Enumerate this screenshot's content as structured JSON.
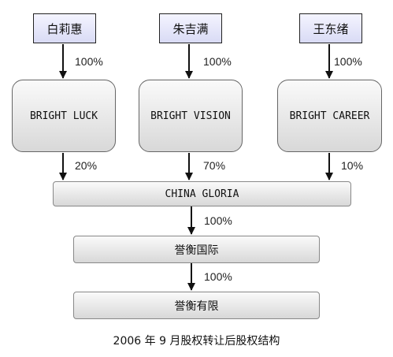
{
  "shareholders": [
    {
      "name": "白莉惠",
      "company": "BRIGHT LUCK",
      "stake_in_company": "100%",
      "stake_in_target": "20%"
    },
    {
      "name": "朱吉满",
      "company": "BRIGHT VISION",
      "stake_in_company": "100%",
      "stake_in_target": "70%"
    },
    {
      "name": "王东绪",
      "company": "BRIGHT CAREER",
      "stake_in_company": "100%",
      "stake_in_target": "10%"
    }
  ],
  "holding_company": "CHINA GLORIA",
  "holding_to_intl": "100%",
  "intl_company": "誉衡国际",
  "intl_to_ltd": "100%",
  "ltd_company": "誉衡有限",
  "caption": "2006 年 9 月股权转让后股权结构"
}
